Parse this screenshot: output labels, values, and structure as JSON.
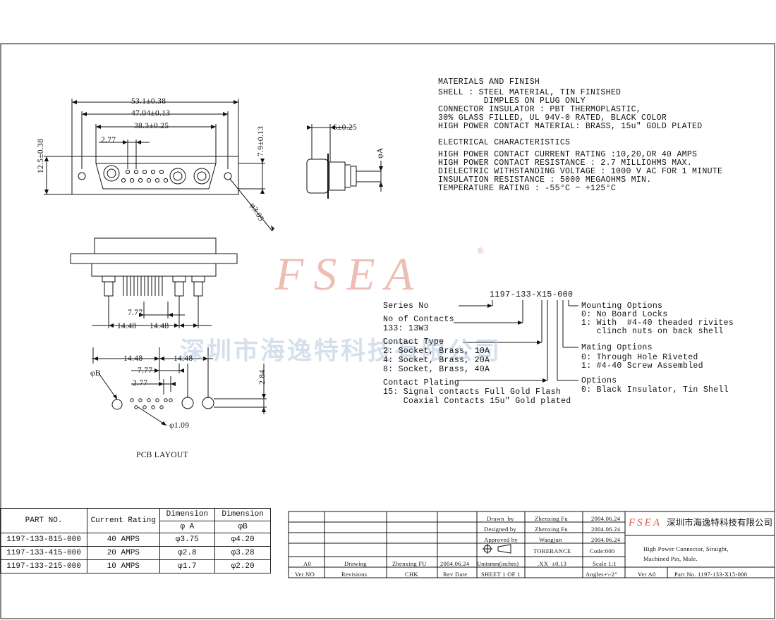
{
  "watermark": {
    "logo": "FSEA",
    "reg": "®",
    "company": "深圳市海逸特科技有限公司"
  },
  "dims": {
    "d531": "53.1±0.38",
    "d4704": "47.04±0.13",
    "d383": "38.3±0.25",
    "d277": "2.77",
    "d125": "12.5±0.38",
    "d79": "7.9±0.13",
    "d305": "φ3.05",
    "d6": "6±0.25",
    "dA": "φA",
    "d777": "7.77",
    "d1448a": "14.48",
    "d1448b": "14.48",
    "p1448a": "14.48",
    "p1448b": "14.48",
    "p777": "7.77",
    "p277": "2.77",
    "pB": "φB",
    "p284": "2.84",
    "p109": "φ1.09",
    "pcb_label": "PCB LAYOUT"
  },
  "materials": {
    "title": "MATERIALS AND FINISH",
    "lines": [
      "SHELL : STEEL MATERIAL, TIN FINISHED",
      "         DIMPLES ON PLUG ONLY",
      "CONNECTOR INSULATOR : PBT THERMOPLASTIC,",
      "30% GLASS FILLED, UL 94V-0 RATED, BLACK COLOR",
      "HIGH POWER CONTACT MATERIAL: BRASS, 15u\" GOLD PLATED"
    ]
  },
  "electrical": {
    "title": "ELECTRICAL CHARACTERISTICS",
    "lines": [
      "HIGH POWER CONTACT CURRENT RATING :10,20,OR 40 AMPS",
      "HIGH POWER CONTACT RESISTANCE : 2.7 MILLIOHMS MAX.",
      "DIELECTRIC WITHSTANDING VOLTAGE : 1000 V AC FOR 1 MINUTE",
      "INSULATION RESISTANCE : 5000 MEGAOHMS MIN.",
      "TEMPERATURE RATING : -55°C ~ +125°C"
    ]
  },
  "part_code": "1197-133-X15-000",
  "options_left": {
    "series": "Series No",
    "contacts_title": "No of Contacts",
    "contacts_val": "133: 13W3",
    "type_title": "Contact Type",
    "type_lines": [
      "2: Socket, Brass, 10A",
      "4: Socket, Brass, 20A",
      "8: Socket, Brass, 40A"
    ],
    "plating_title": "Contact Plating",
    "plating_lines": [
      "15: Signal contacts Full Gold Flash",
      "    Coaxial Contacts 15u\" Gold plated"
    ]
  },
  "options_right": {
    "mount_title": "Mounting Options",
    "mount_lines": [
      "0: No Board Locks",
      "1: With  #4-40 theaded rivites",
      "   clinch nuts on back shell"
    ],
    "mating_title": "Mating Options",
    "mating_lines": [
      "0: Through Hole Riveted",
      "1: #4-40 Screw Assembled"
    ],
    "opt_title": "Options",
    "opt_lines": [
      "0: Black Insulator, Tin Shell"
    ]
  },
  "parts_table": {
    "headers": [
      "PART NO.",
      "Current Rating",
      "Dimension",
      "Dimension"
    ],
    "subheaders": [
      "φ A",
      "φB"
    ],
    "rows": [
      [
        "1197-133-815-000",
        "40 AMPS",
        "φ3.75",
        "φ4.20"
      ],
      [
        "1197-133-415-000",
        "20 AMPS",
        "φ2.8",
        "φ3.28"
      ],
      [
        "1197-133-215-000",
        "10 AMPS",
        "φ1.7",
        "φ2.20"
      ]
    ]
  },
  "title_block": {
    "drawn_label": "Drawn  by",
    "drawn_name": "Zhenxing Fu",
    "drawn_date": "2004.06.24",
    "designed_label": "Designed by",
    "designed_name": "Zhenxing Fu",
    "designed_date": "2004.06.24",
    "approved_label": "Approved by",
    "approved_name": "Wangjun",
    "approved_date": "2004.06.24",
    "tolerance": "TORERANCE",
    "code": "Code:000",
    "units": "Unitsmm(inches)",
    "xx": ".XX  ±0.13",
    "scale": "Scale 1:1",
    "sheet": "SHEET 1 OF 1",
    "angles": "Angles+\\-2°",
    "rev_a0": "A0",
    "rev_drawing": "Drawing",
    "rev_name": "Zhenxing FU",
    "rev_date": "2004.06.24",
    "ver_no": "Ver NO",
    "revisions": "Revisions",
    "chk": "CHK",
    "rev_date_label": "Rev Date",
    "logo": "FSEA",
    "company": "深圳市海逸特科技有限公司",
    "desc1": "High Power Connector, Straight,",
    "desc2": "Machined Pin, Male.",
    "ver": "Ver A0",
    "part_no": "Part No. 1197-133-X15-000"
  },
  "colors": {
    "watermark_logo": "#e9a99d",
    "watermark_company": "#b5c7dd",
    "line": "#111111"
  }
}
